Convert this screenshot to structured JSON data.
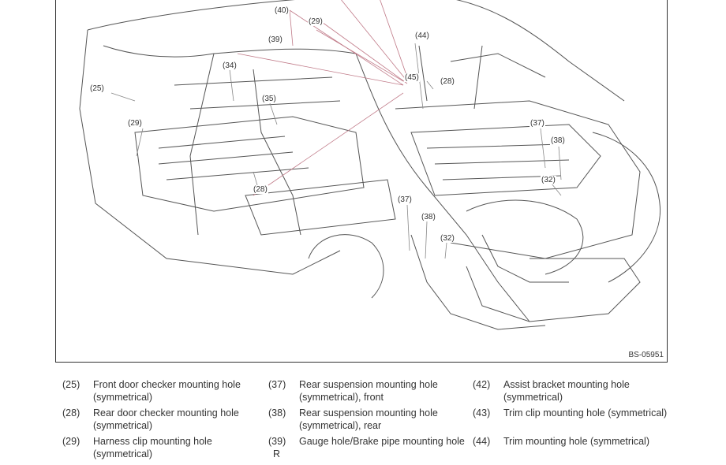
{
  "figure": {
    "id_label": "BS-05951",
    "callouts": [
      "(40)",
      "(29)",
      "(39)",
      "(44)",
      "(34)",
      "(25)",
      "(45)",
      "(28)",
      "(35)",
      "(29)",
      "(37)",
      "(38)",
      "(32)",
      "(28)",
      "(37)",
      "(38)",
      "(32)"
    ]
  },
  "legend": {
    "col1": [
      {
        "num": "(25)",
        "suffix": "",
        "desc": "Front door checker mounting hole (symmetrical)"
      },
      {
        "num": "(28)",
        "suffix": "",
        "desc": "Rear door checker mounting hole (symmetrical)"
      },
      {
        "num": "(29)",
        "suffix": "",
        "desc": "Harness clip mounting hole (symmetrical)"
      }
    ],
    "col2": [
      {
        "num": "(37)",
        "suffix": "",
        "desc": "Rear suspension mounting hole (symmetrical), front"
      },
      {
        "num": "(38)",
        "suffix": "",
        "desc": "Rear suspension mounting hole (symmetrical), rear"
      },
      {
        "num": "(39)",
        "suffix": "R",
        "desc": "Gauge hole/Brake pipe mounting hole"
      }
    ],
    "col3": [
      {
        "num": "(42)",
        "suffix": "",
        "desc": "Assist bracket mounting hole (symmetrical)"
      },
      {
        "num": "(43)",
        "suffix": "",
        "desc": "Trim clip mounting hole (symmetrical)"
      },
      {
        "num": "(44)",
        "suffix": "",
        "desc": "Trim mounting hole (symmetrical)"
      }
    ]
  }
}
